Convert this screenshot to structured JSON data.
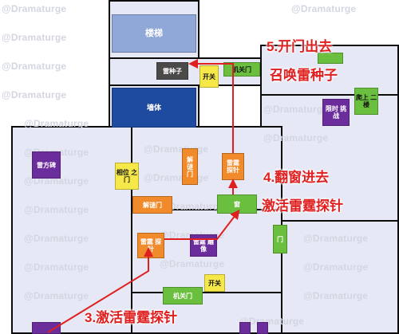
{
  "watermark": "@Dramaturge",
  "labels": {
    "step5_line1": "5.开门出去",
    "step5_line2": "召唤雷种子",
    "step4_line1": "4.翻窗进去",
    "step4_line2": "激活雷霆探针",
    "step3": "3.激活雷霆探针"
  },
  "tiles": {
    "stairs": "楼梯",
    "thunder_seed": "雷种子",
    "switch_top": "开关",
    "mechanism_door_top": "机关门",
    "climb_floor2": "爬上 二楼",
    "wall": "墙体",
    "time_challenge": "限时 挑战",
    "thunder_stele": "雷方碑",
    "phase_door": "相位 之门",
    "puzzle_door_vertical": "解 谜 门",
    "puzzle_door": "解谜门",
    "probe_right": "雷霆 探针",
    "window": "窗",
    "probe_left": "雷霆 探针",
    "thunder_statue": "雷霆 雕像",
    "door": "门",
    "mechanism_door_bottom": "机关门",
    "switch_bottom": "开关"
  },
  "colors": {
    "route": "#e02020",
    "floor": "#e6e8f5",
    "stairs": "#8fa8d8",
    "wall": "#1e4aa0",
    "green": "#6bbf3f",
    "orange": "#f08a2a",
    "purple": "#6b2d9c",
    "yellow": "#f7e84a",
    "gray": "#4a4a4a"
  }
}
